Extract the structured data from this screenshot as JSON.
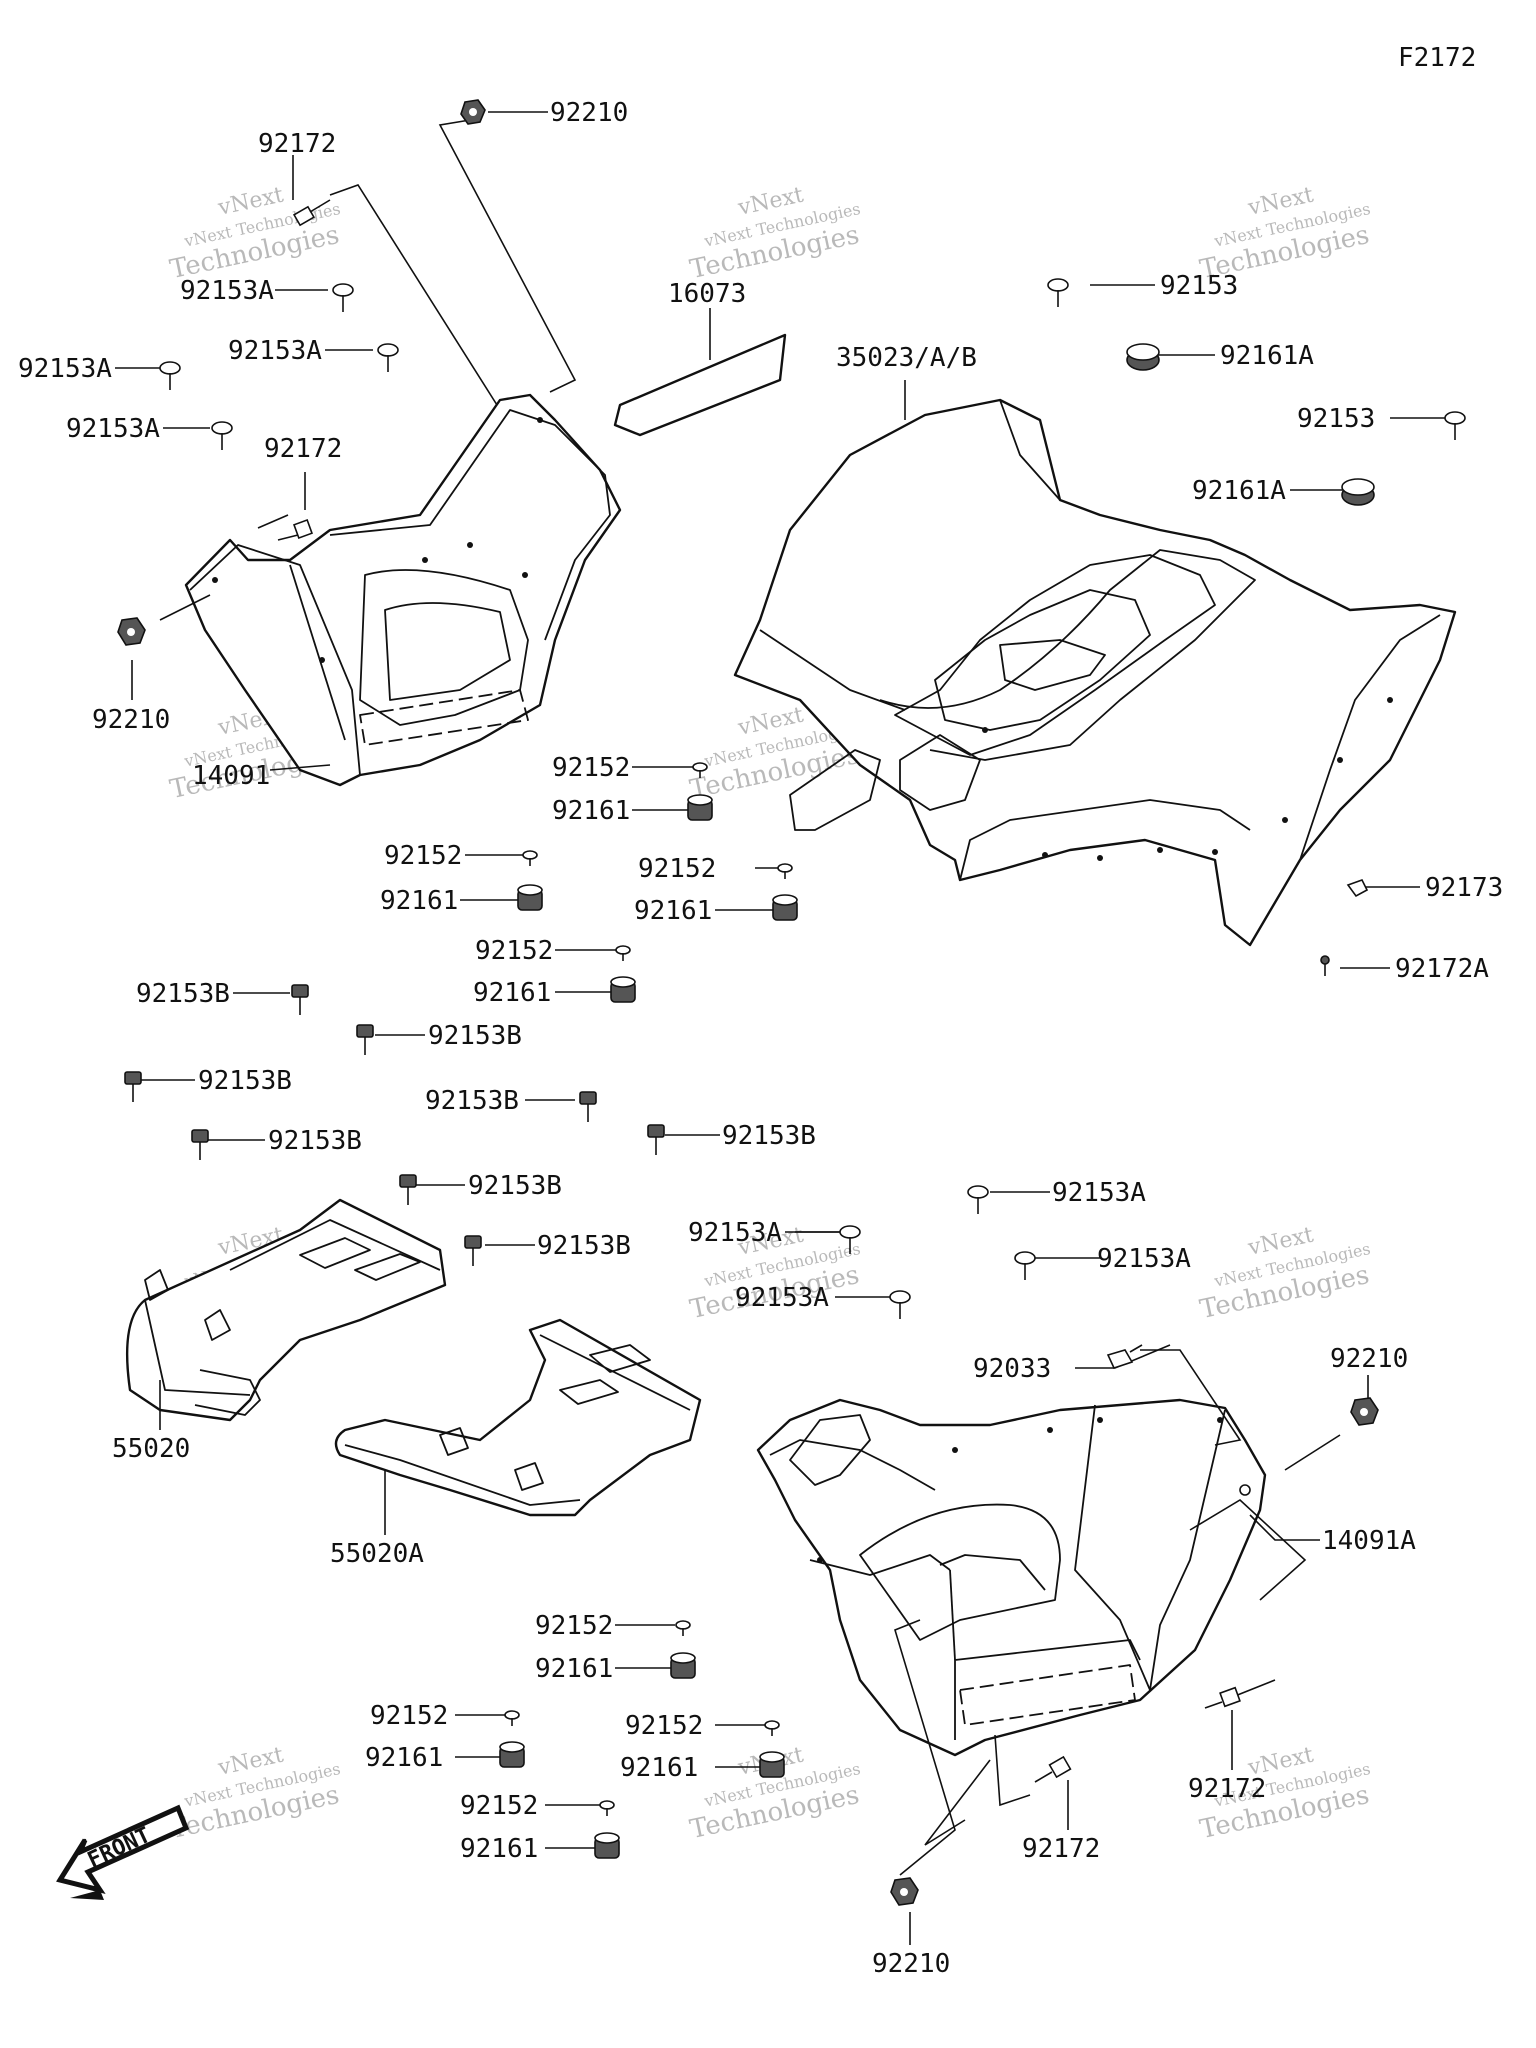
{
  "figure_id": "F2172",
  "front_marker": "FRONT",
  "watermark": {
    "line1": "vNext",
    "line2": "vNext Technologies",
    "line3": "Technologies"
  },
  "labels": {
    "l_92210_top": "92210",
    "l_92172_top": "92172",
    "l_92153A_1": "92153A",
    "l_92153A_2": "92153A",
    "l_92153A_3": "92153A",
    "l_92153A_4": "92153A",
    "l_92172_mid": "92172",
    "l_92210_left": "92210",
    "l_14091": "14091",
    "l_16073": "16073",
    "l_35023": "35023/A/B",
    "l_92153_1": "92153",
    "l_92161A_1": "92161A",
    "l_92153_2": "92153",
    "l_92161A_2": "92161A",
    "l_92152_a": "92152",
    "l_92161_a": "92161",
    "l_92152_b": "92152",
    "l_92161_b": "92161",
    "l_92152_c": "92152",
    "l_92161_c": "92161",
    "l_92152_d": "92152",
    "l_92161_d": "92161",
    "l_92173": "92173",
    "l_92172A": "92172A",
    "l_92153B_1": "92153B",
    "l_92153B_2": "92153B",
    "l_92153B_3": "92153B",
    "l_92153B_4": "92153B",
    "l_92153B_5": "92153B",
    "l_92153B_6": "92153B",
    "l_92153B_7": "92153B",
    "l_92153B_8": "92153B",
    "l_92153A_5": "92153A",
    "l_92153A_6": "92153A",
    "l_92153A_7": "92153A",
    "l_92153A_8": "92153A",
    "l_55020": "55020",
    "l_55020A": "55020A",
    "l_92033": "92033",
    "l_92210_right": "92210",
    "l_14091A": "14091A",
    "l_92152_e": "92152",
    "l_92161_e": "92161",
    "l_92152_f": "92152",
    "l_92161_f": "92161",
    "l_92152_g": "92152",
    "l_92161_g": "92161",
    "l_92152_h": "92152",
    "l_92161_h": "92161",
    "l_92172_r1": "92172",
    "l_92172_r2": "92172",
    "l_92210_bottom": "92210"
  }
}
